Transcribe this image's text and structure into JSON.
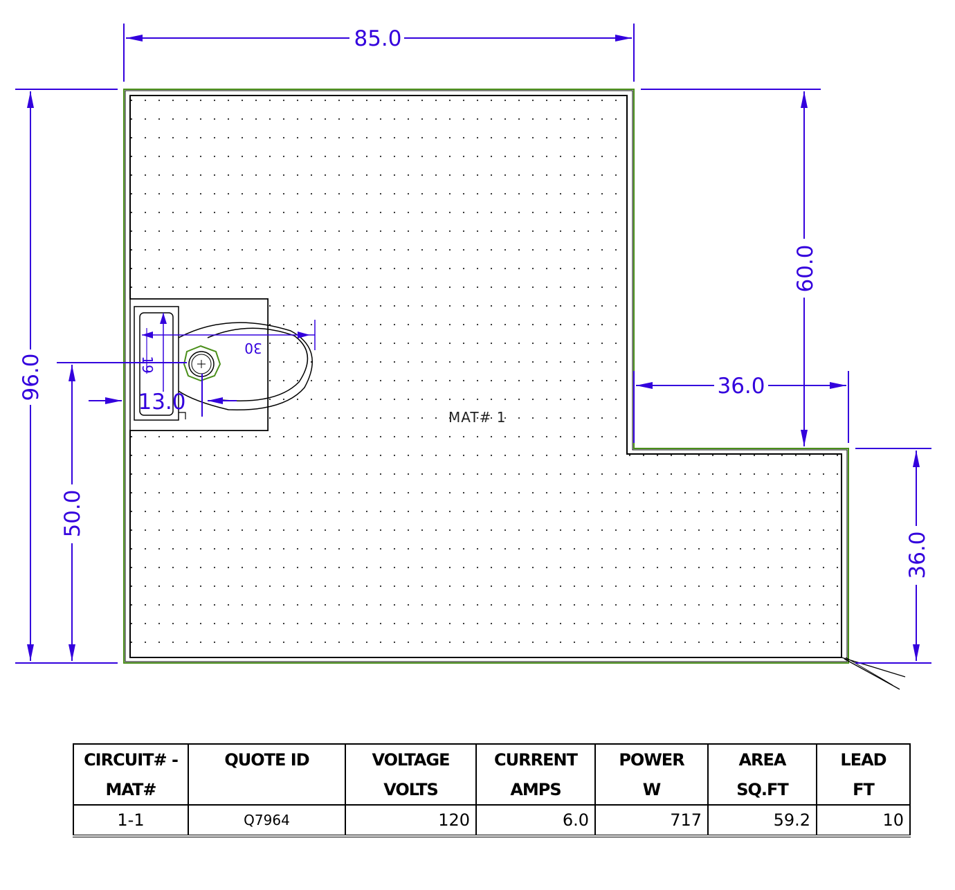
{
  "plan": {
    "mat_label": "MAT# 1",
    "dimensions": {
      "top_width": "85.0",
      "left_height": "96.0",
      "left_lower": "50.0",
      "right_upper": "60.0",
      "notch_width": "36.0",
      "right_lower": "36.0",
      "toilet_offset": "13.0",
      "toilet_width": "19",
      "toilet_depth": "30"
    }
  },
  "table": {
    "headers": [
      {
        "line1": "CIRCUIT# -",
        "line2": "MAT#"
      },
      {
        "line1": "QUOTE ID",
        "line2": ""
      },
      {
        "line1": "VOLTAGE",
        "line2": "VOLTS"
      },
      {
        "line1": "CURRENT",
        "line2": "AMPS"
      },
      {
        "line1": "POWER",
        "line2": "W"
      },
      {
        "line1": "AREA",
        "line2": "SQ.FT"
      },
      {
        "line1": "LEAD",
        "line2": "FT"
      }
    ],
    "row": {
      "circuit": "1-1",
      "quote_id": "Q7964",
      "voltage": "120",
      "current": "6.0",
      "power": "717",
      "area": "59.2",
      "lead": "10"
    }
  },
  "colors": {
    "dimension": "#3300dd",
    "outline": "#000000",
    "mat_edge": "#4a8f1a"
  }
}
